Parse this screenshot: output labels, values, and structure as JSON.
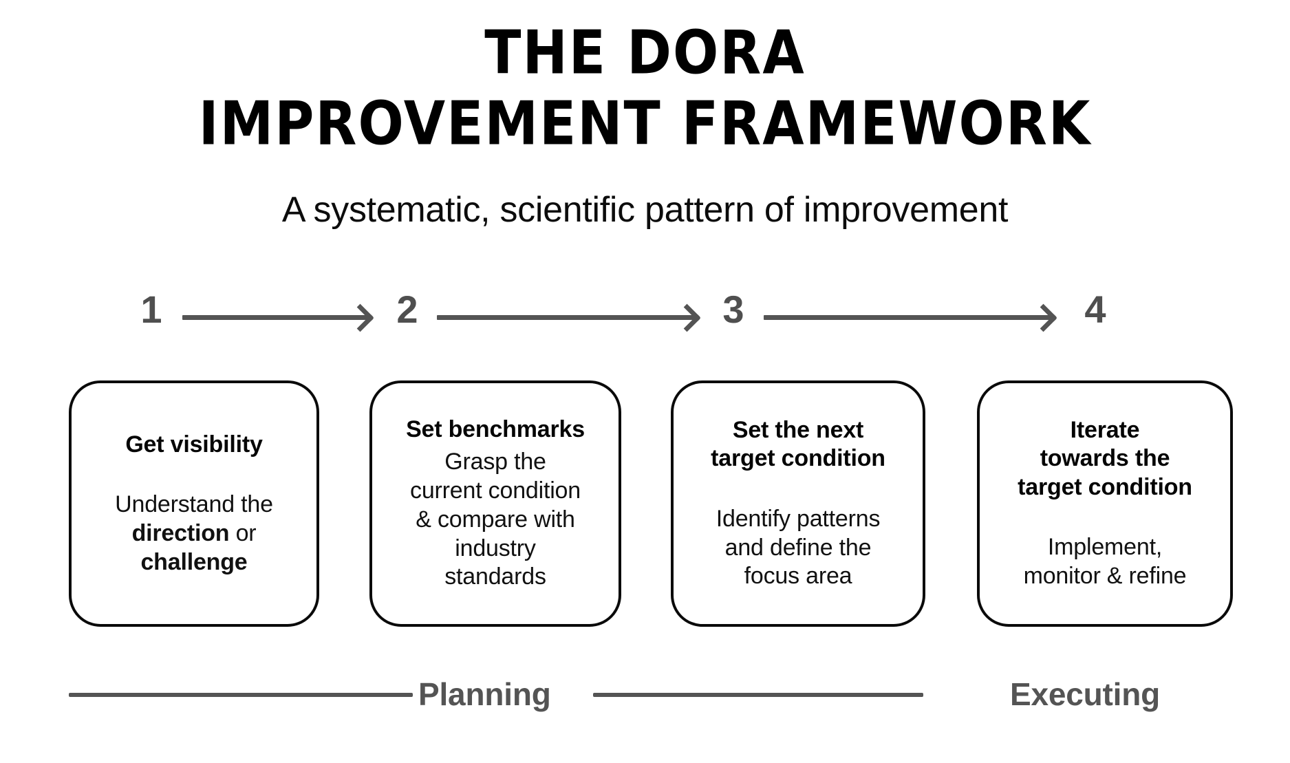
{
  "header": {
    "title_line_1": "THE DORA",
    "title_line_2": "IMPROVEMENT FRAMEWORK",
    "subtitle": "A systematic, scientific pattern of improvement"
  },
  "steps": [
    {
      "number": "1"
    },
    {
      "number": "2"
    },
    {
      "number": "3"
    },
    {
      "number": "4"
    }
  ],
  "cards": [
    {
      "title": "Get visibility",
      "body_pre": "Understand the\n",
      "body_bold_1": "direction",
      "body_mid": " or\n",
      "body_bold_2": "challenge",
      "body_post": ""
    },
    {
      "title": "Set benchmarks",
      "body": "Grasp the\ncurrent condition\n& compare with\nindustry\nstandards"
    },
    {
      "title": "Set the next\ntarget condition",
      "body": "Identify patterns\nand define the\nfocus area"
    },
    {
      "title": "Iterate\ntowards the\ntarget condition",
      "body": "Implement,\nmonitor & refine"
    }
  ],
  "phases": {
    "planning_label": "Planning",
    "executing_label": "Executing"
  },
  "colors": {
    "ink": "#0a0a0a",
    "gray": "#545454",
    "background": "#ffffff"
  }
}
